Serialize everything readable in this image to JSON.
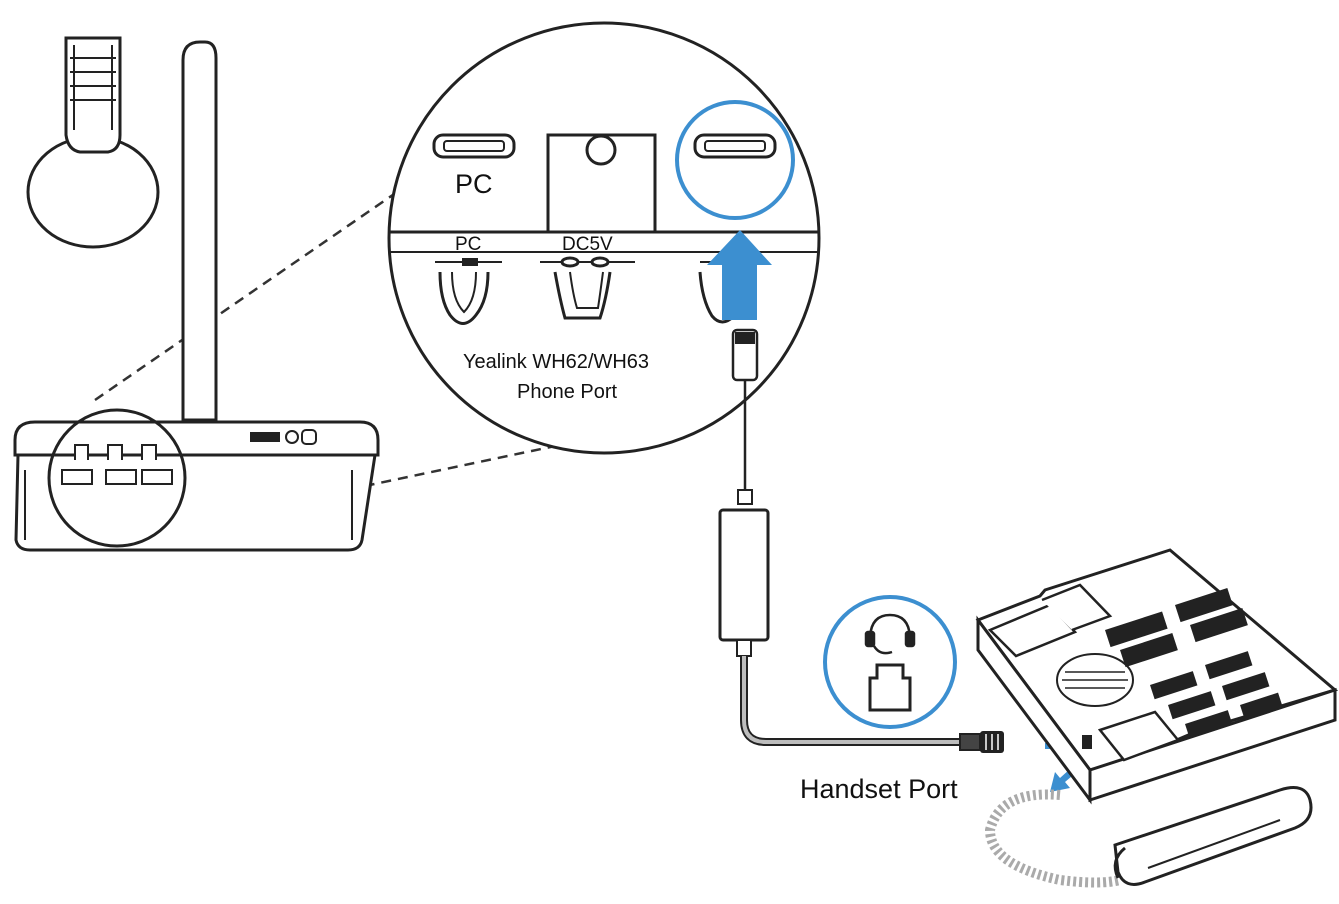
{
  "labels": {
    "pc_port": "PC",
    "pc_small": "PC",
    "dc5v": "DC5V",
    "product_line1": "Yealink WH62/WH63",
    "product_line2": "Phone Port",
    "handset_port": "Handset Port"
  },
  "icons": {
    "zoom_callout": "magnifier-circle",
    "highlight": "blue-circle",
    "arrow": "blue-arrow",
    "headset_port_symbol": "headset-icon"
  },
  "colors": {
    "accent_blue": "#3c8fd0",
    "line": "#222222",
    "cable_gray": "#9a9a9a"
  }
}
